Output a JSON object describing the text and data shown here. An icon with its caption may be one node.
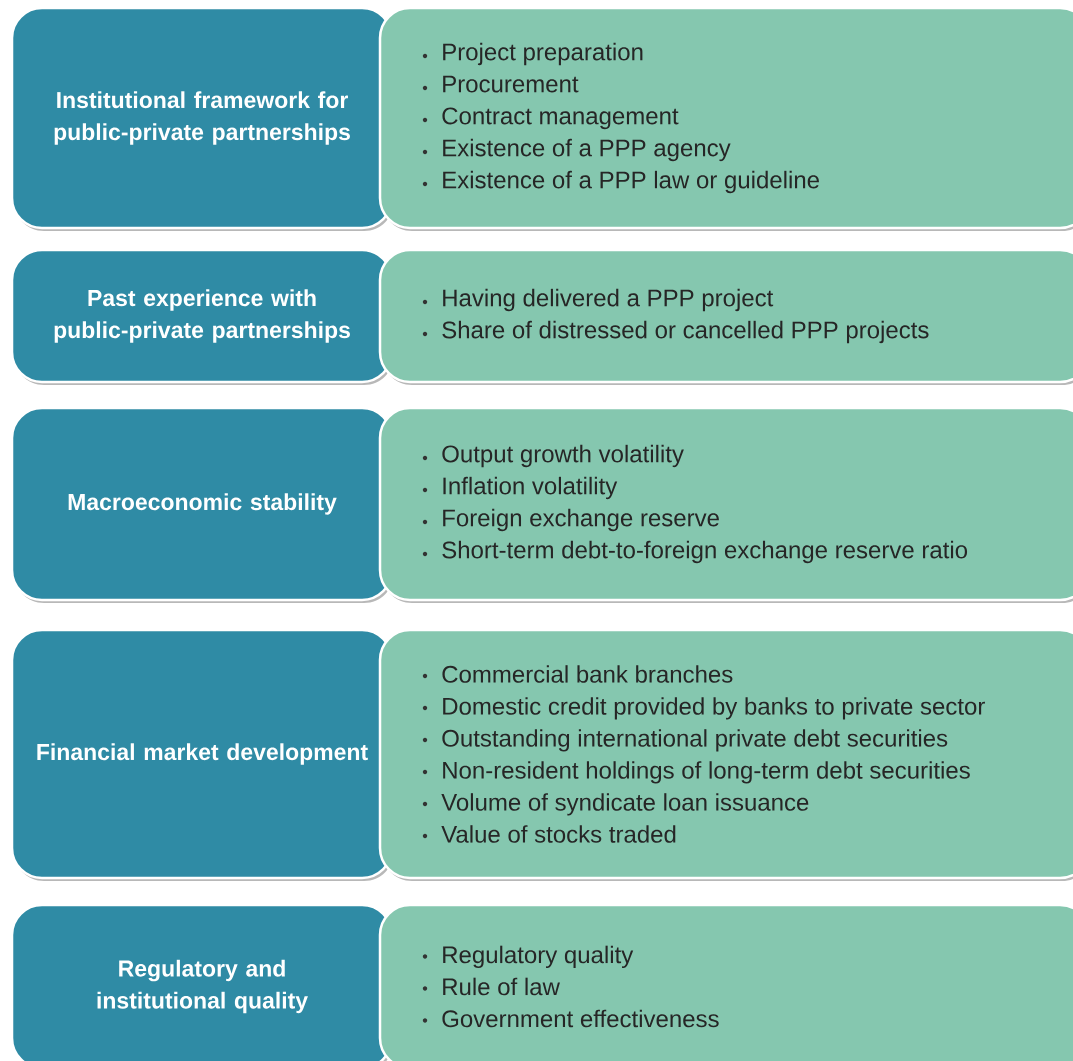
{
  "diagram": {
    "nodes": [
      {
        "text": [
          "Institutional framework for public-private partnerships"
        ]
      },
      {
        "text": [
          "Project preparation",
          "Procurement",
          "Contract management",
          "Existence of a PPP agency",
          "Existence of a PPP law or guideline"
        ]
      },
      {
        "text": [
          "Past experience with public-private partnerships"
        ]
      },
      {
        "text": [
          "Having delivered a PPP project",
          "Share of distressed or cancelled PPP projects"
        ]
      },
      {
        "text": [
          "Macroeconomic stability"
        ]
      },
      {
        "text": [
          "Output growth volatility",
          "Inflation volatility",
          "Foreign exchange reserve",
          "Short-term debt-to-foreign exchange reserve ratio"
        ]
      },
      {
        "text": [
          "Financial market development"
        ]
      },
      {
        "text": [
          "Commercial bank branches",
          "Domestic credit provided by banks to private sector",
          "Outstanding international private debt securities",
          "Non-resident holdings of long-term debt securities",
          "Volume of syndicate loan issuance",
          "Value of stocks traded"
        ]
      },
      {
        "text": [
          "Regulatory and institutional quality"
        ]
      },
      {
        "text": [
          "Regulatory quality",
          "Rule of law",
          "Government effectiveness"
        ]
      }
    ]
  }
}
